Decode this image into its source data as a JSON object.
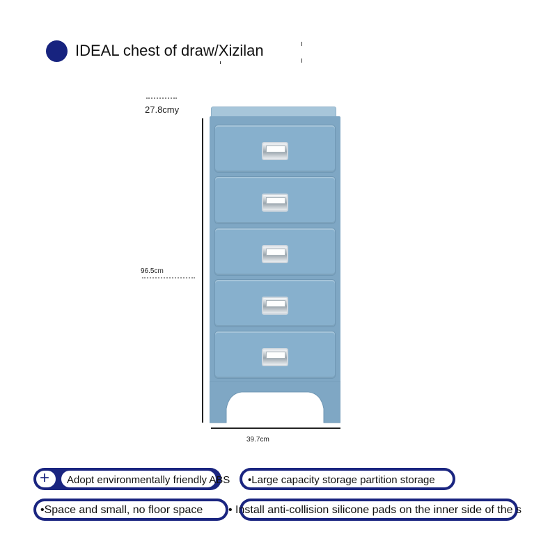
{
  "title": "IDEAL chest of draw/Xizilan",
  "dimensions": {
    "depth": "27.8cmy",
    "height": "96.5cm",
    "width": "39.7cm"
  },
  "product": {
    "drawer_count": 5,
    "body_color": "#7fa7c4",
    "handle_color": "#c9d1d8"
  },
  "features": [
    {
      "icon": "plus-icon",
      "text": "Adopt environmentally friendly ABS"
    },
    {
      "icon": "bullet-icon",
      "text": "•Large capacity storage partition storage"
    },
    {
      "icon": "bullet-icon",
      "text": "•Space and small, no floor space"
    },
    {
      "icon": "bullet-icon",
      "text": "• Install anti-collision silicone pads on the inner side of the s"
    }
  ],
  "colors": {
    "accent": "#17237f",
    "text": "#111111",
    "background": "#ffffff"
  }
}
